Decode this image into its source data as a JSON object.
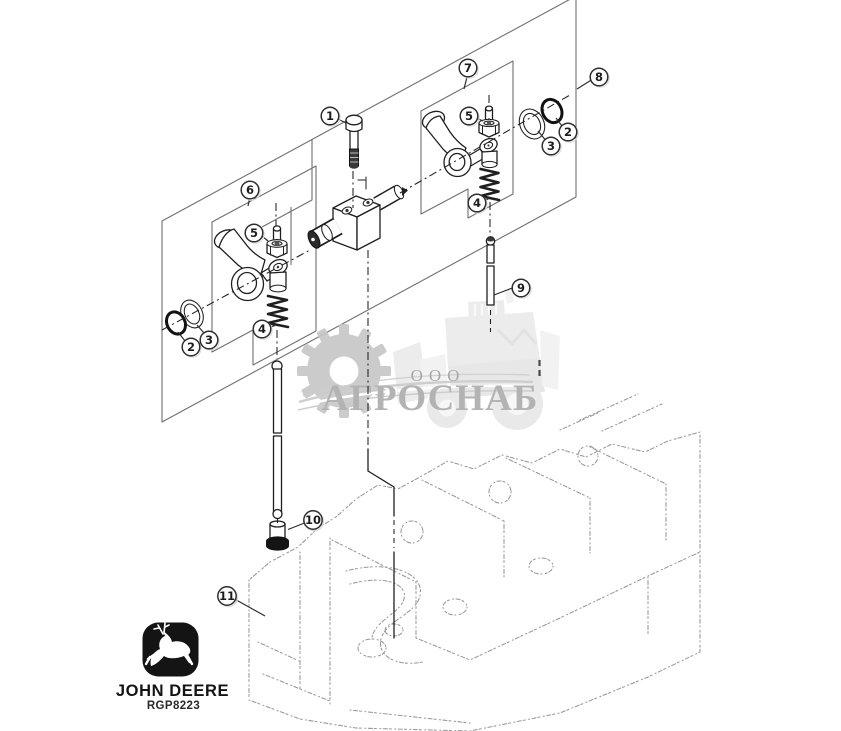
{
  "diagram": {
    "callouts": {
      "c1": "1",
      "c2": "2",
      "c3": "3",
      "c4": "4",
      "c5": "5",
      "c6": "6",
      "c7": "7",
      "c8": "8",
      "c9": "9",
      "c10": "10",
      "c11": "11"
    }
  },
  "watermark": {
    "org_prefix": "ООО",
    "org_name": "АГРОСНАБ"
  },
  "brand": {
    "name": "JOHN DEERE",
    "code": "RGP8223"
  },
  "colors": {
    "line": "#1f1f1f",
    "box_line": "#6f6f6f",
    "sketch": "#979797",
    "watermark": "#ababab",
    "logo": "#141414"
  }
}
